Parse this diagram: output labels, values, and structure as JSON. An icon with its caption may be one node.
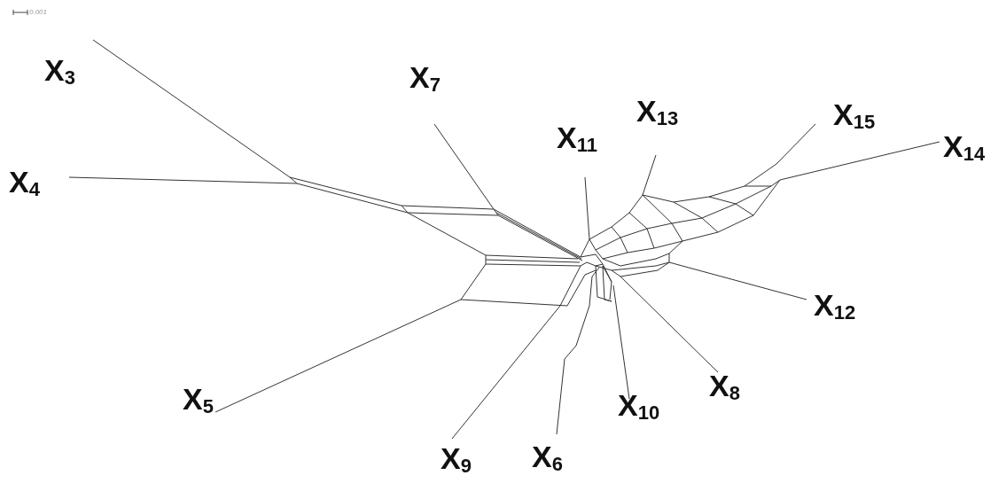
{
  "diagram": {
    "labels": [
      "0.001",
      "X$_{3}$",
      "X$_{7}$",
      "X$_{13}$",
      "X$_{15}$",
      "X$_{11}$",
      "X$_{14}$",
      "X$_{4}$",
      "X$_{12}$",
      "X$_{8}$",
      "X$_{5}$",
      "X$_{10}$",
      "X$_{9}$",
      "X$_{6}$"
    ]
  }
}
